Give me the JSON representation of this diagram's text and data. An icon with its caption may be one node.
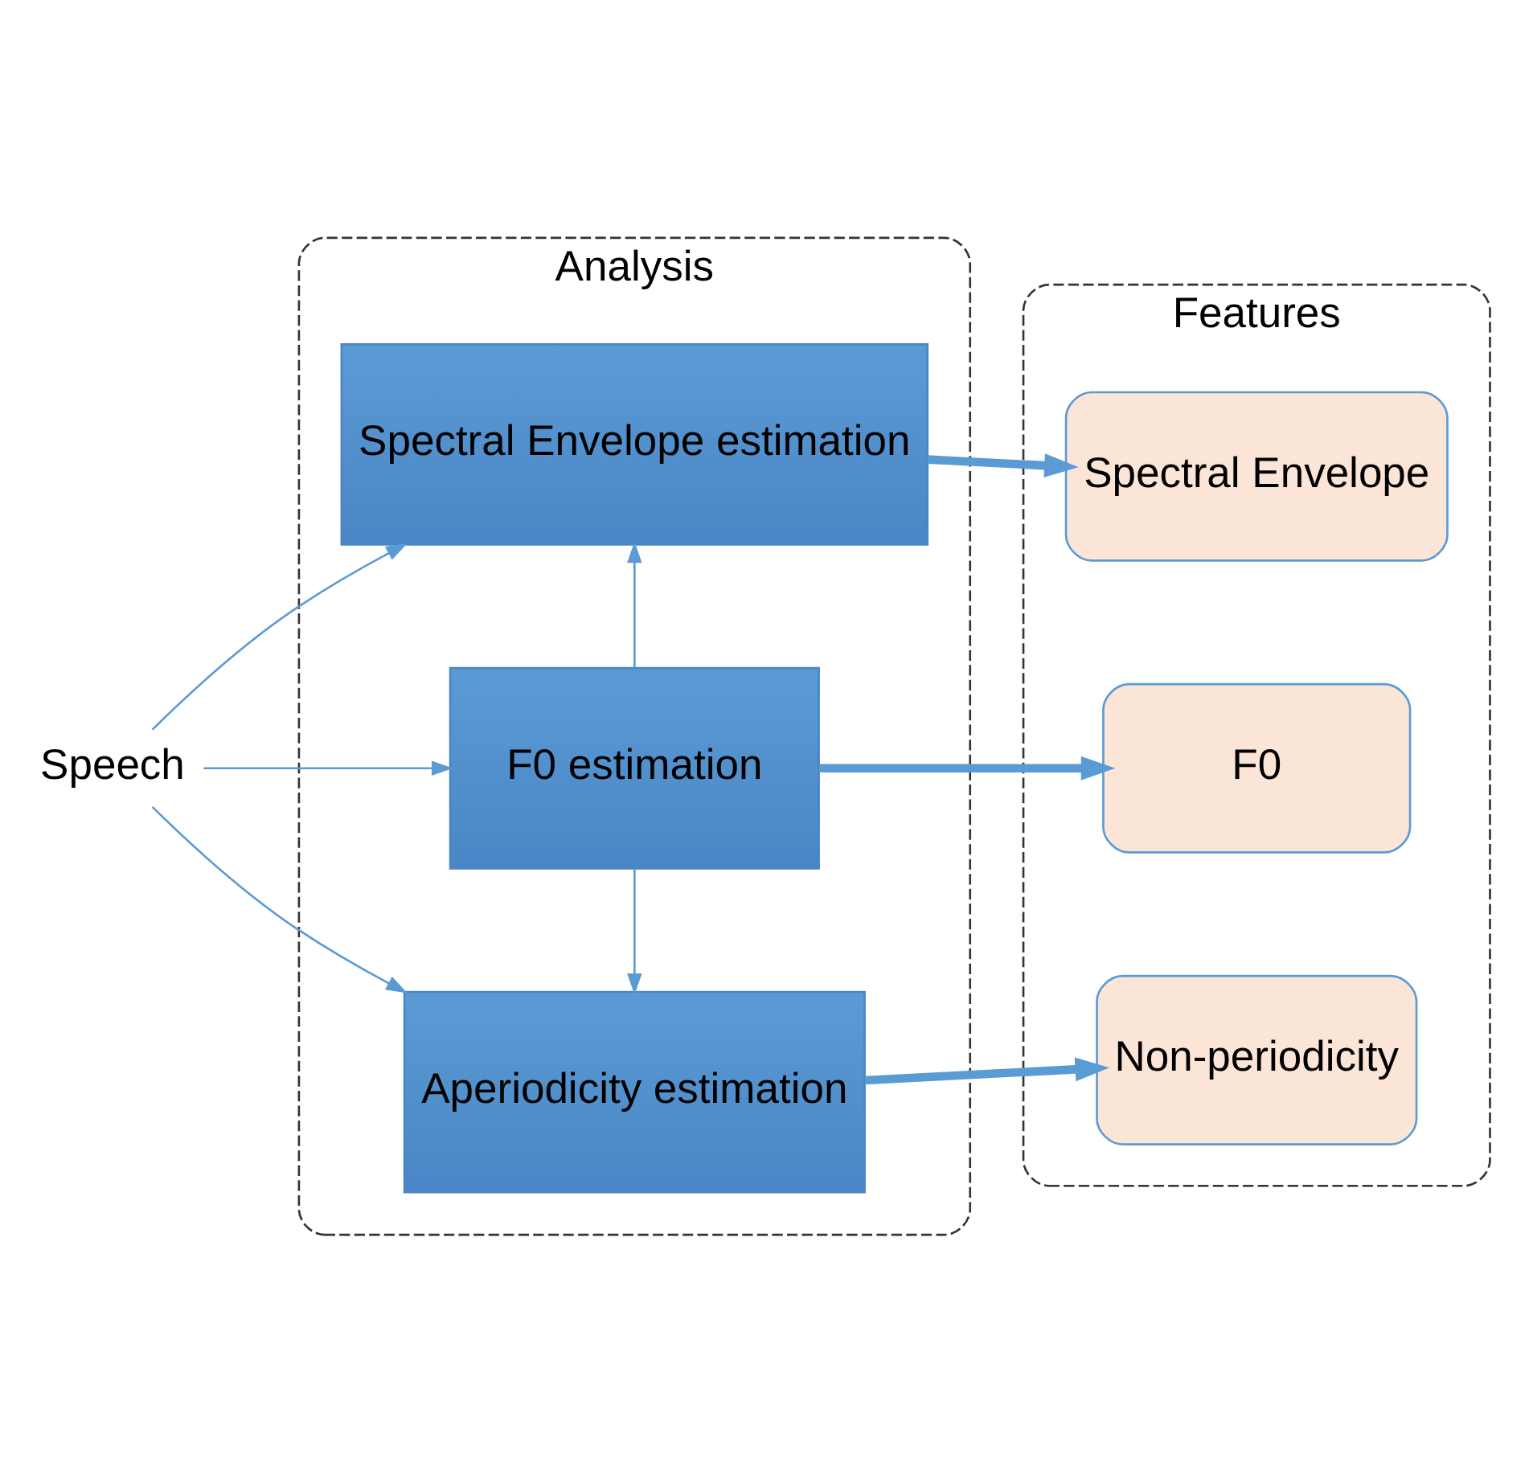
{
  "diagram": {
    "nodes": [
      {
        "text": [
          "Analysis"
        ]
      },
      {
        "text": [
          "Spectral Envelope estimation"
        ],
        "in": 0
      },
      {
        "text": [
          "F0 estimation"
        ],
        "in": 0
      },
      {
        "text": [
          "Aperiodicity estimation"
        ],
        "in": 0
      },
      {
        "text": [
          "Features"
        ]
      },
      {
        "text": [
          "Spectral Envelope"
        ],
        "in": 4
      },
      {
        "text": [
          "F0"
        ],
        "in": 4
      },
      {
        "text": [
          "Non-periodicity"
        ],
        "in": 4
      },
      {
        "text": [
          "Speech"
        ]
      }
    ],
    "edges": [
      {
        "from": 8,
        "to": 1,
        "arrow": "to"
      },
      {
        "from": 8,
        "to": 2,
        "arrow": "to"
      },
      {
        "from": 8,
        "to": 3,
        "arrow": "to"
      },
      {
        "from": 2,
        "to": 1,
        "arrow": "to"
      },
      {
        "from": 2,
        "to": 3,
        "arrow": "to"
      },
      {
        "from": 1,
        "to": 5,
        "arrow": "to",
        "style": "thick"
      },
      {
        "from": 2,
        "to": 6,
        "arrow": "to",
        "style": "thick"
      },
      {
        "from": 3,
        "to": 7,
        "arrow": "to",
        "style": "thick"
      }
    ]
  }
}
